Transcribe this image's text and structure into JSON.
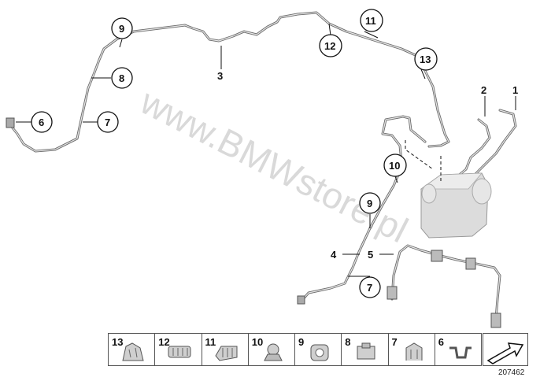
{
  "watermark": "www.BMWstore.pl",
  "reference_number": "207462",
  "callouts": {
    "c1": "1",
    "c2": "2",
    "c3": "3",
    "c4": "4",
    "c5": "5",
    "c6": "6",
    "c7a": "7",
    "c7b": "7",
    "c8": "8",
    "c9a": "9",
    "c9b": "9",
    "c10": "10",
    "c11": "11",
    "c12": "12",
    "c13": "13"
  },
  "legend": [
    "13",
    "12",
    "11",
    "10",
    "9",
    "8",
    "7",
    "6"
  ],
  "colors": {
    "pipe": "#6b6b6b",
    "module": "#d8d8d8",
    "outline": "#111111"
  },
  "icons": [
    "clip-icon",
    "clip-icon",
    "clip-icon",
    "clip-icon",
    "holder-icon",
    "holder-icon",
    "clip-icon",
    "bracket-icon",
    "arrow-icon"
  ]
}
